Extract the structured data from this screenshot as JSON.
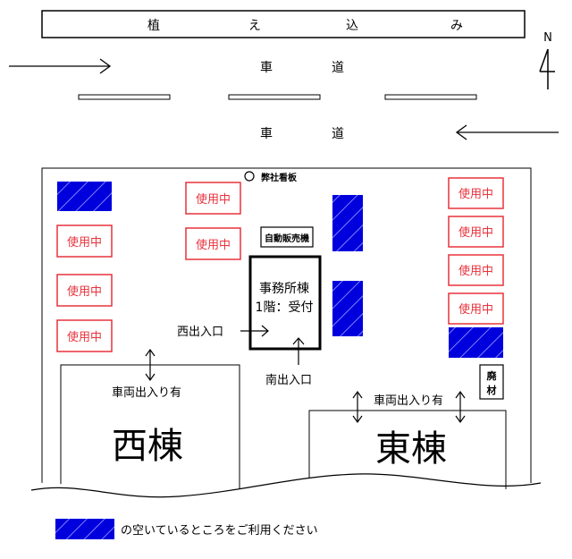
{
  "planting_strip": {
    "chars": [
      "植",
      "え",
      "込",
      "み"
    ]
  },
  "road": {
    "upper_label": [
      "車",
      "道"
    ],
    "lower_label": [
      "車",
      "道"
    ]
  },
  "compass": {
    "label": "N"
  },
  "signboard": {
    "label": "弊社看板"
  },
  "vending": {
    "label": "自動販売機"
  },
  "office": {
    "line1": "事務所棟",
    "line2": "1階：受付"
  },
  "exits": {
    "west": "西出入口",
    "south": "南出入口"
  },
  "waste": {
    "line1": "廃",
    "line2": "材"
  },
  "west_building": {
    "vehicle_label": "車両出入り有",
    "name": "西棟"
  },
  "east_building": {
    "vehicle_label": "車両出入り有",
    "name": "東棟"
  },
  "occupied_label": "使用中",
  "legend": {
    "text": "の空いているところをご利用ください"
  },
  "colors": {
    "free_space": "#0000dd",
    "occupied": "#e8323c",
    "line": "#000000"
  }
}
